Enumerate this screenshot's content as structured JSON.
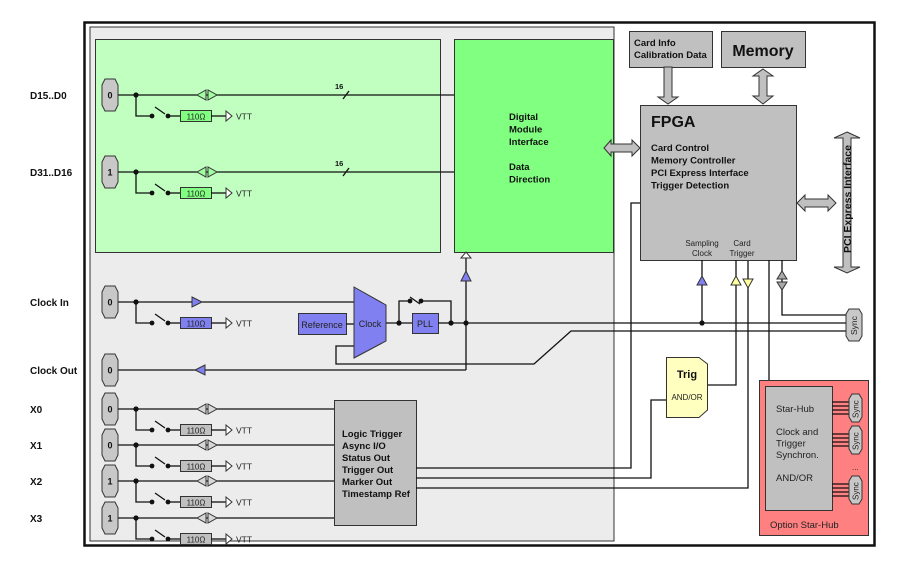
{
  "title": "Digital I/O card block diagram",
  "colors": {
    "panel": "#ececec",
    "light_green": "#c0ffc0",
    "green": "#80ff80",
    "blue": "#8080f0",
    "gray_block": "#c0c0c0",
    "yellow": "#ffffc0",
    "red": "#ff8080",
    "connector": "#c8c8c8"
  },
  "ports": [
    {
      "id": "d0",
      "label": "D15..D0",
      "connector": "0",
      "bus_width": "16",
      "termination": "110Ω",
      "vtt": "VTT",
      "group": "data"
    },
    {
      "id": "d1",
      "label": "D31..D16",
      "connector": "1",
      "bus_width": "16",
      "termination": "110Ω",
      "vtt": "VTT",
      "group": "data"
    },
    {
      "id": "clkin",
      "label": "Clock In",
      "connector": "0",
      "termination": "110Ω",
      "vtt": "VTT",
      "group": "clock-in"
    },
    {
      "id": "clkout",
      "label": "Clock Out",
      "connector": "0",
      "group": "clock-out"
    },
    {
      "id": "x0",
      "label": "X0",
      "connector": "0",
      "termination": "110Ω",
      "vtt": "VTT",
      "group": "x"
    },
    {
      "id": "x1",
      "label": "X1",
      "connector": "0",
      "termination": "110Ω",
      "vtt": "VTT",
      "group": "x"
    },
    {
      "id": "x2",
      "label": "X2",
      "connector": "1",
      "termination": "110Ω",
      "vtt": "VTT",
      "group": "x"
    },
    {
      "id": "x3",
      "label": "X3",
      "connector": "1",
      "termination": "110Ω",
      "vtt": "VTT",
      "group": "x"
    }
  ],
  "blocks": {
    "digital_module": {
      "lines": [
        "Digital",
        "Module",
        "Interface",
        "",
        "Data",
        "Direction"
      ]
    },
    "reference": {
      "label": "Reference"
    },
    "clock_mux": {
      "label": "Clock"
    },
    "pll": {
      "label": "PLL"
    },
    "logic": {
      "lines": [
        "Logic Trigger",
        "Async I/O",
        "Status Out",
        "Trigger Out",
        "Marker Out",
        "Timestamp Ref"
      ]
    },
    "card_info": {
      "lines": [
        "Card Info",
        "Calibration Data"
      ]
    },
    "memory": {
      "label": "Memory"
    },
    "fpga": {
      "title": "FPGA",
      "lines": [
        "Card Control",
        "Memory Controller",
        "PCI Express Interface",
        "Trigger Detection"
      ],
      "sampling_clock": [
        "Sampling",
        "Clock"
      ],
      "card_trigger": [
        "Card",
        "Trigger"
      ]
    },
    "pcie": {
      "label": "PCI Express Interface"
    },
    "trig": {
      "title": "Trig",
      "sub": "AND/OR"
    },
    "sync": {
      "label": "Sync"
    },
    "star_hub": {
      "lines": [
        "Star-Hub",
        "",
        "Clock and",
        "Trigger",
        "Synchron.",
        "",
        "AND/OR"
      ],
      "option_label": "Option Star-Hub",
      "sync_labels": [
        "Sync",
        "Sync",
        "Sync"
      ],
      "ellipsis": "..."
    }
  }
}
